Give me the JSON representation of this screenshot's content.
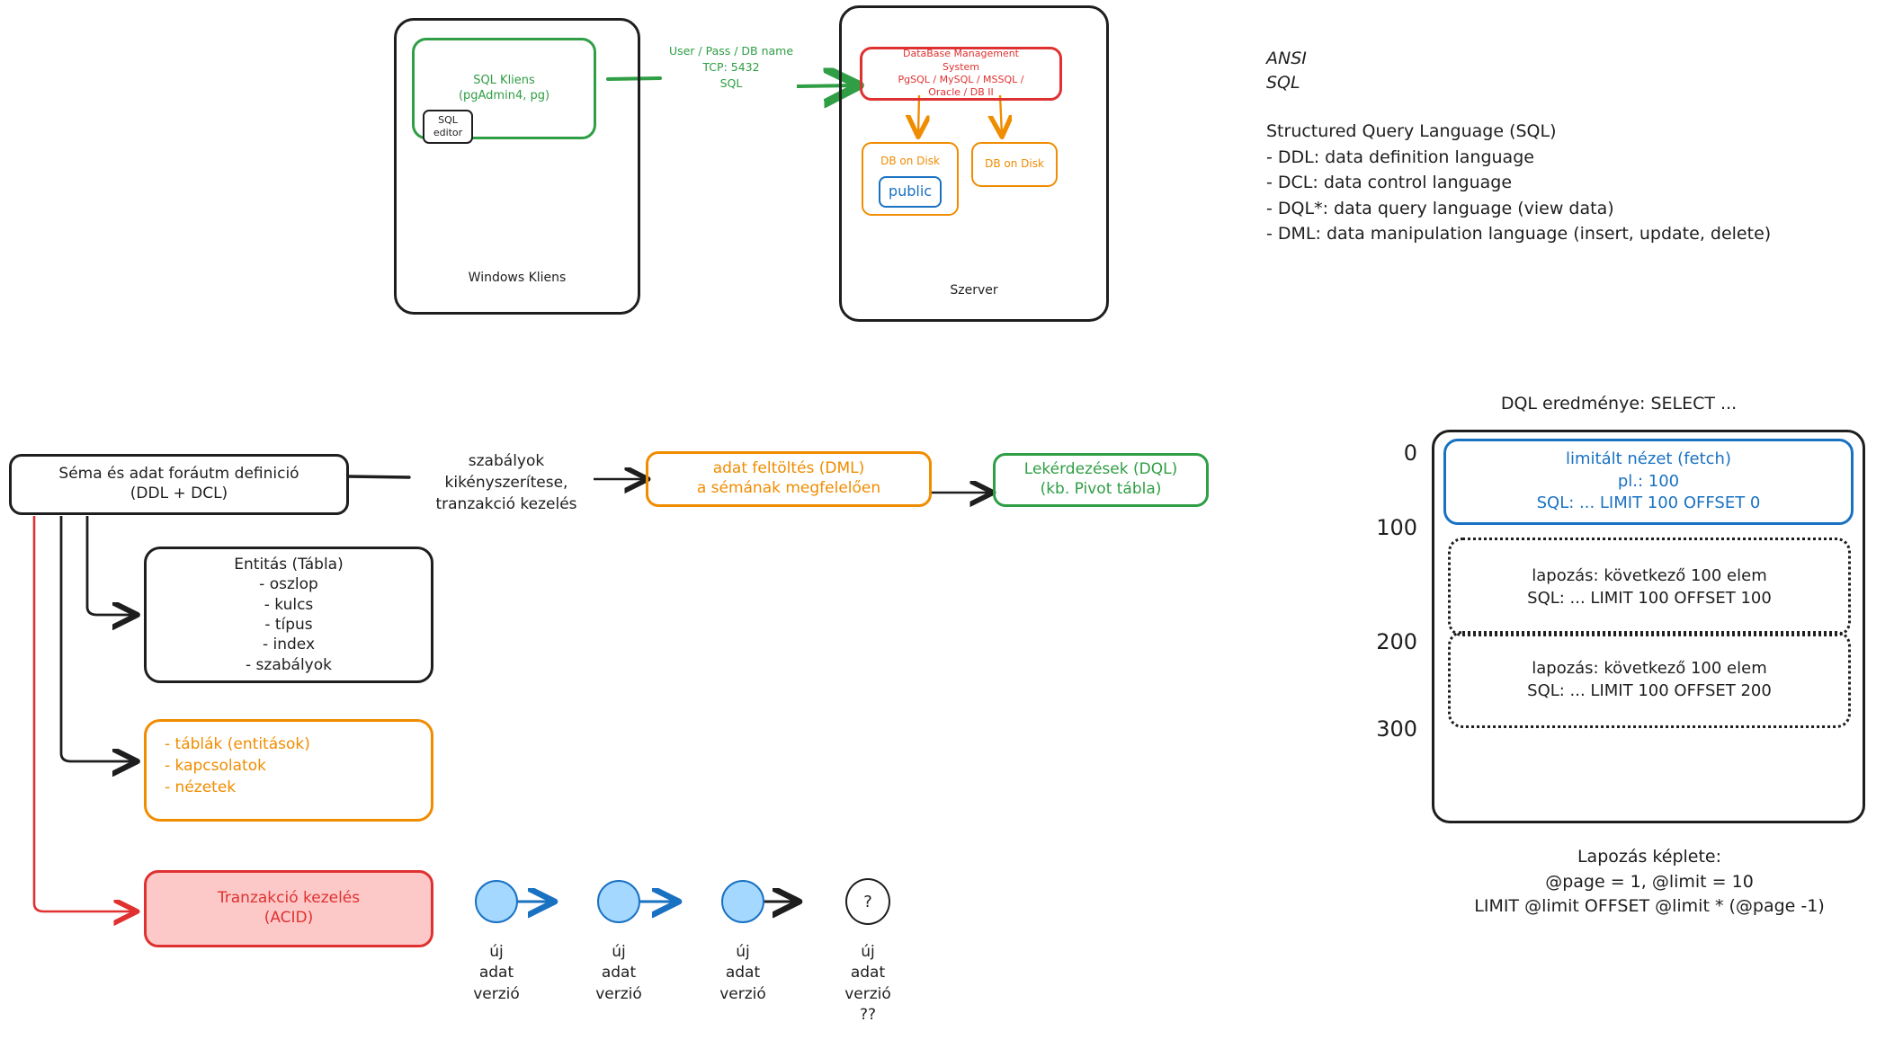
{
  "colors": {
    "black": "#1e1e1e",
    "green": "#2f9e44",
    "red": "#e03131",
    "orange": "#f08c00",
    "blue": "#1971c2",
    "pink_fill": "#fcc9c8",
    "circle_fill": "#a5d8ff"
  },
  "topology": {
    "client": {
      "outer_label": "Windows Kliens",
      "inner_label": "SQL Kliens\n(pgAdmin4, pg)",
      "editor_label": "SQL\neditor"
    },
    "connection_label": "User / Pass / DB name\nTCP: 5432\nSQL",
    "server": {
      "outer_label": "Szerver",
      "dbms_label": "DataBase Management\nSystem\nPgSQL / MySQL / MSSQL /\nOracle / DB II",
      "disk_left_label": "DB on Disk",
      "disk_left_schema": "public",
      "disk_right_label": "DB on Disk"
    }
  },
  "notes": {
    "ansi": "ANSI\n SQL",
    "sql_heading": "Structured Query Language (SQL)",
    "sql_items": [
      "- DDL: data definition language",
      "- DCL: data control language",
      "- DQL*: data query language (view data)",
      "- DML: data manipulation language (insert, update, delete)"
    ]
  },
  "flow": {
    "schema_box": "Séma és adat foráutm definició\n(DDL + DCL)",
    "edge_label": "szabályok\nkikényszerítese,\ntranzakció kezelés",
    "dml_box": "adat feltöltés (DML)\na sémának megfelelően",
    "dql_box": "Lekérdezések (DQL)\n(kb. Pivot tábla)",
    "entity_box": "Entitás (Tábla)\n- oszlop\n- kulcs\n- típus\n- index\n- szabályok",
    "objects_box": "- táblák (entitások)\n- kapcsolatok\n- nézetek",
    "tx_box": "Tranzakció kezelés\n(ACID)"
  },
  "versions": {
    "nodes": [
      {
        "label": "új\nadat\nverzió",
        "kind": "circle"
      },
      {
        "label": "új\nadat\nverzió",
        "kind": "circle"
      },
      {
        "label": "új\nadat\nverzió",
        "kind": "circle"
      },
      {
        "label": "új\nadat\nverzió\n??",
        "kind": "question",
        "glyph": "?"
      }
    ]
  },
  "paging": {
    "title": "DQL eredménye: SELECT ...",
    "axis_ticks": [
      "0",
      "100",
      "200",
      "300"
    ],
    "fetch_box": "limitált nézet (fetch)\npl.: 100\nSQL: ... LIMIT 100 OFFSET 0",
    "page2_box": "lapozás: következő 100 elem\nSQL: ... LIMIT 100 OFFSET 100",
    "page3_box": "lapozás: következő 100 elem\nSQL: ... LIMIT 100 OFFSET 200",
    "formula": "Lapozás képlete:\n@page = 1, @limit = 10\nLIMIT @limit OFFSET @limit * (@page -1)"
  }
}
